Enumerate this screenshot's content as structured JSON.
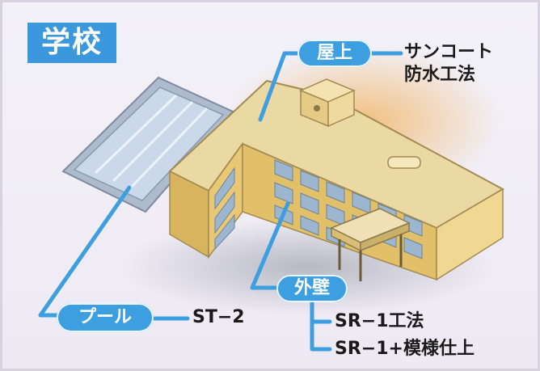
{
  "title": "学校",
  "callouts": {
    "roof": {
      "label": "屋上",
      "spec_lines": [
        "サンコート",
        "防水工法"
      ]
    },
    "pool": {
      "label": "プール",
      "spec_lines": [
        "ST−2"
      ]
    },
    "wall": {
      "label": "外壁",
      "spec_lines": [
        "SR−1工法",
        "SR−1+模様仕上"
      ]
    }
  },
  "colors": {
    "accent": "#3d9fe0",
    "leader_line": "#3d9fe0",
    "building_roof": "#ead9a3",
    "building_wall": "#e0c26d",
    "window": "#9db6cf",
    "pool_water": "#cbd8ea"
  }
}
